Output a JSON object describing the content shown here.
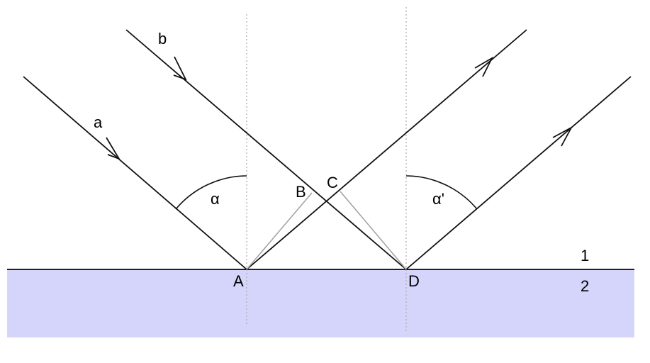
{
  "labels": {
    "ray_a": "a",
    "ray_b": "b",
    "point_a": "A",
    "point_b": "B",
    "point_c": "C",
    "point_d": "D",
    "angle_incidence": "α",
    "angle_reflection": "α'",
    "medium_1": "1",
    "medium_2": "2"
  },
  "colors": {
    "medium_2_fill": "#d5d5fb",
    "construction_line": "#a0a0a0",
    "normal_line": "#aaaaaa"
  }
}
